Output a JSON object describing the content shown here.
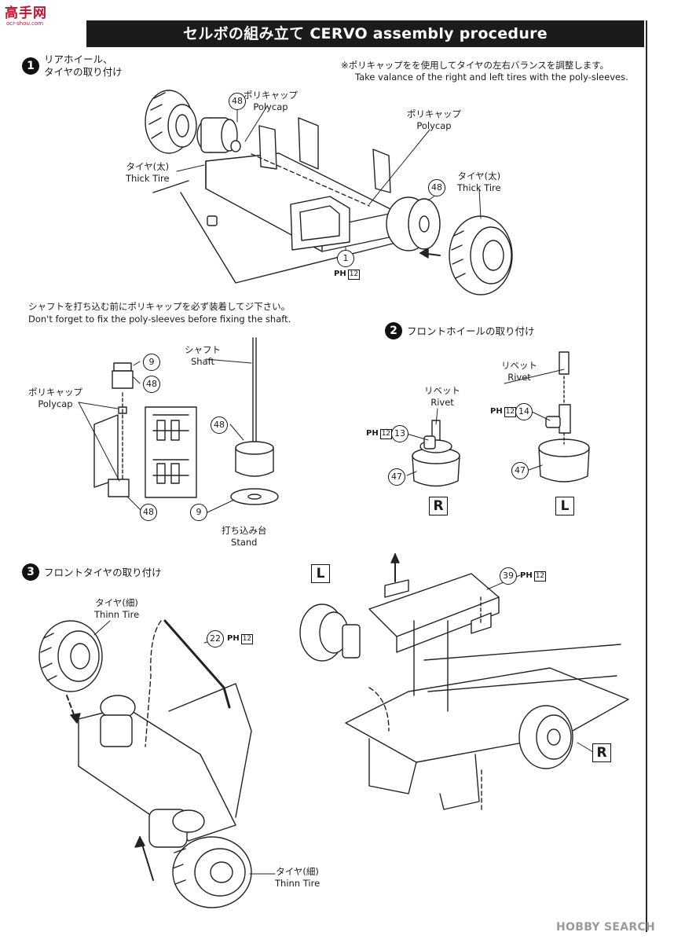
{
  "logo": {
    "glyphs": "高手网",
    "subtitle": "ocr-shou.com"
  },
  "header": {
    "title": "セルボの組み立て CERVO assembly procedure"
  },
  "steps": [
    {
      "number": "1",
      "title_jp": "リアホイール、\nタイヤの取り付け"
    },
    {
      "number": "2",
      "title_jp": "フロントホイールの取り付け"
    },
    {
      "number": "3",
      "title_jp": "フロントタイヤの取り付け"
    }
  ],
  "notes": {
    "balance_jp": "※ポリキャップをを使用してタイヤの左右バランスを調整します。",
    "balance_en": "Take valance of the right and left tires with the poly-sleeves.",
    "shaft_jp": "シャフトを打ち込む前にポリキャップを必ず装着してジ下さい。",
    "shaft_en": "Don't forget to fix the poly-sleeves before fixing the shaft."
  },
  "labels": {
    "polycap": "ポリキャップ\nPolycap",
    "thick_tire": "タイヤ(太)\nThick Tire",
    "shaft": "シャフト\nShaft",
    "stand": "打ち込み台\nStand",
    "rivet": "リベット\nRivet",
    "thin_tire": "タイヤ(細)\nThinn Tire"
  },
  "parts": {
    "p48": "48",
    "p1": "1",
    "p9": "9",
    "p13": "13",
    "p14": "14",
    "p47": "47",
    "p39": "39",
    "p22": "22"
  },
  "ph": {
    "mark": "PH",
    "box": "12"
  },
  "side_markers": {
    "right": "R",
    "left": "L"
  },
  "watermark": "HOBBY SEARCH"
}
